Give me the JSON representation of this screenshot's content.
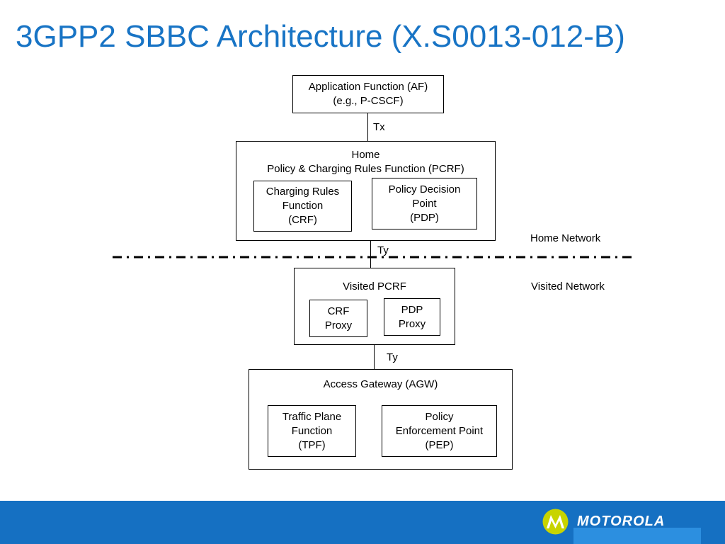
{
  "title": "3GPP2 SBBC Architecture (X.S0013-012-B)",
  "diagram": {
    "af": {
      "lines": [
        "Application Function (AF)",
        "(e.g., P-CSCF)"
      ]
    },
    "tx": "Tx",
    "home_pcrf": {
      "lines": [
        "Home",
        "Policy & Charging Rules Function (PCRF)"
      ],
      "crf": {
        "lines": [
          "Charging Rules",
          "Function",
          "(CRF)"
        ]
      },
      "pdp": {
        "lines": [
          "Policy Decision",
          "Point",
          "(PDP)"
        ]
      }
    },
    "home_network": "Home Network",
    "ty_upper": "Ty",
    "visited_network": "Visited Network",
    "visited_pcrf": {
      "label": "Visited PCRF",
      "crf_proxy": {
        "lines": [
          "CRF",
          "Proxy"
        ]
      },
      "pdp_proxy": {
        "lines": [
          "PDP",
          "Proxy"
        ]
      }
    },
    "ty_lower": "Ty",
    "agw": {
      "label": "Access Gateway (AGW)",
      "tpf": {
        "lines": [
          "Traffic Plane",
          "Function",
          "(TPF)"
        ]
      },
      "pep": {
        "lines": [
          "Policy",
          "Enforcement Point",
          "(PEP)"
        ]
      }
    }
  },
  "footer": {
    "brand": "MOTOROLA",
    "logo_icon": "motorola-batwing-icon",
    "colors": {
      "title": "#1874c5",
      "footer": "#1570c2",
      "logo_circle": "#c8d400"
    }
  }
}
